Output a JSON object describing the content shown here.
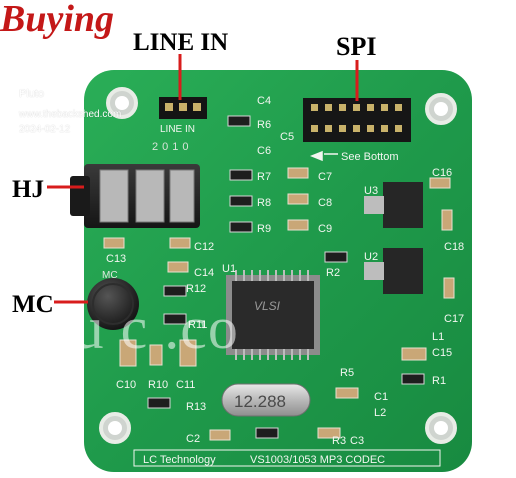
{
  "overlay": {
    "brand_text": "Buying",
    "labels": {
      "line_in": "LINE IN",
      "spi": "SPI",
      "hj": "HJ",
      "mc": "MC"
    },
    "meta": {
      "author": "Pluto",
      "site": "www.thebackshed.com",
      "date": "2024-02-12"
    },
    "watermark": "c-bu  c          .co"
  },
  "board": {
    "silkscreen": {
      "line_in": "LINE IN",
      "see_bottom": "See Bottom",
      "footer_left": "LC Technology",
      "footer_right": "VS1003/1053 MP3 CODEC",
      "mic_label": "MC",
      "jack_digits": "2010",
      "crystal": "12.288",
      "chip": "VLSI",
      "designators": [
        "C4",
        "R6",
        "C5",
        "C6",
        "R7",
        "C7",
        "R8",
        "C8",
        "R9",
        "C9",
        "C16",
        "U3",
        "C13",
        "C12",
        "C14",
        "U1",
        "R2",
        "U2",
        "C18",
        "R12",
        "R11",
        "C17",
        "L1",
        "C15",
        "C10",
        "R10",
        "C11",
        "R5",
        "R1",
        "R13",
        "C1",
        "L2",
        "C2",
        "R3",
        "C3"
      ]
    },
    "colors": {
      "pcb": "#1f9a4b",
      "silk": "#f2f6f0",
      "brand": "#c41818"
    }
  }
}
